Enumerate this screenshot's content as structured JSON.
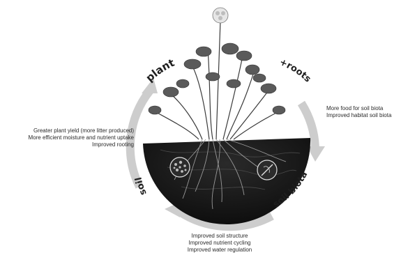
{
  "labels": {
    "plant": "plant",
    "roots": "+roots",
    "soil_biota": "soil biota",
    "soil": "soil"
  },
  "notes": {
    "left": [
      "Greater plant yield (more litter produced)",
      "More efficient moisture and nutrient uptake",
      "Improved rooting"
    ],
    "right": [
      "More food for soil biota",
      "Improved habitat soil biota"
    ],
    "bottom": [
      "Improved soil structure",
      "Improved nutrient cycling",
      "Improved water regulation"
    ]
  },
  "colors": {
    "soil": "#1b1b1b",
    "arrow": "#c9c9c9",
    "plant": "#2e2e2e",
    "leaf": "#5a5a5a"
  },
  "icons": [
    "aggregate-circle-icon",
    "organism-circle-icon"
  ]
}
